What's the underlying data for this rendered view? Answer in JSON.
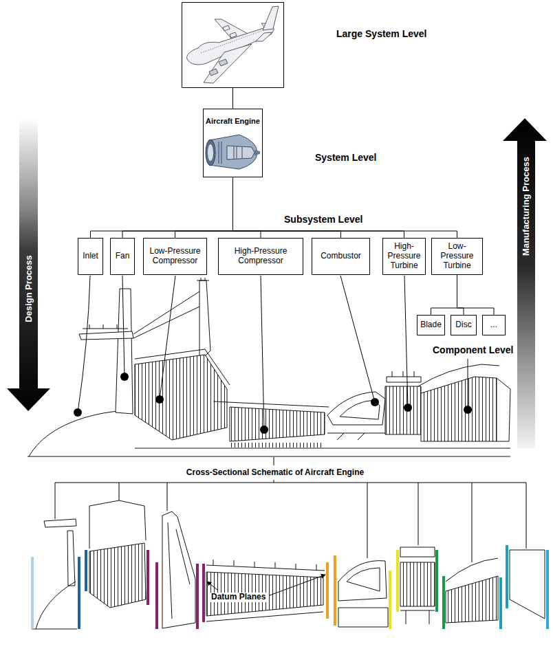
{
  "diagram": {
    "nodes": [
      {
        "text": [
          "Large System Level"
        ]
      },
      {
        "text": [
          "Aircraft Engine",
          "System Level"
        ]
      },
      {
        "text": [
          "Inlet"
        ]
      },
      {
        "text": [
          "Fan"
        ]
      },
      {
        "text": [
          "Low-Pressure Compressor"
        ]
      },
      {
        "text": [
          "High-Pressure Compressor"
        ]
      },
      {
        "text": [
          "Combustor"
        ]
      },
      {
        "text": [
          "High-Pressure Turbine"
        ]
      },
      {
        "text": [
          "Low-Pressure Turbine"
        ]
      },
      {
        "text": [
          "Blade"
        ]
      },
      {
        "text": [
          "Disc"
        ]
      },
      {
        "text": [
          "..."
        ]
      }
    ],
    "edges": [
      {
        "from": 0,
        "to": 1,
        "arrow": "none"
      },
      {
        "from": 1,
        "to": 2,
        "arrow": "none"
      },
      {
        "from": 1,
        "to": 3,
        "arrow": "none"
      },
      {
        "from": 1,
        "to": 4,
        "arrow": "none"
      },
      {
        "from": 1,
        "to": 5,
        "arrow": "none"
      },
      {
        "from": 1,
        "to": 6,
        "arrow": "none"
      },
      {
        "from": 1,
        "to": 7,
        "arrow": "none"
      },
      {
        "from": 1,
        "to": 8,
        "arrow": "none"
      },
      {
        "from": 8,
        "to": 9,
        "arrow": "none"
      },
      {
        "from": 8,
        "to": 10,
        "arrow": "none"
      },
      {
        "from": 8,
        "to": 11,
        "arrow": "none"
      }
    ],
    "labels": [
      "Design Process",
      "Manufacturing Process",
      "Subsystem Level",
      "Component Level",
      "Cross-Sectional Schematic of Aircraft Engine",
      "Datum Planes"
    ]
  }
}
